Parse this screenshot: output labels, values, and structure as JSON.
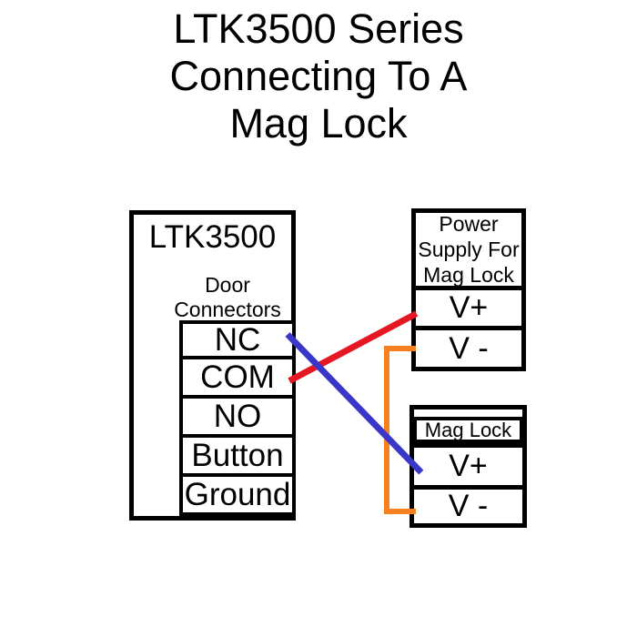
{
  "title": {
    "lines": [
      "LTK3500 Series",
      "Connecting To A",
      "Mag Lock"
    ]
  },
  "controller": {
    "name": "LTK3500",
    "section_label_lines": [
      "Door",
      "Connectors"
    ],
    "terminals": [
      "NC",
      "COM",
      "NO",
      "Button",
      "Ground"
    ]
  },
  "power_supply": {
    "title_lines": [
      "Power",
      "Supply For",
      "Mag Lock"
    ],
    "terminals": [
      "V+",
      "V -"
    ]
  },
  "mag_lock": {
    "title": "Mag Lock",
    "terminals": [
      "V+",
      "V -"
    ]
  },
  "wires": [
    {
      "id": "red-wire",
      "color": "#e51723",
      "from": "LTK3500 COM",
      "to": "Power Supply V+"
    },
    {
      "id": "blue-wire",
      "color": "#3a36c8",
      "from": "LTK3500 NC",
      "to": "Mag Lock V+"
    },
    {
      "id": "orange-wire",
      "color": "#f6801f",
      "from": "Power Supply V -",
      "to": "Mag Lock V -"
    }
  ],
  "colors": {
    "line": "#000000",
    "background": "#ffffff"
  }
}
